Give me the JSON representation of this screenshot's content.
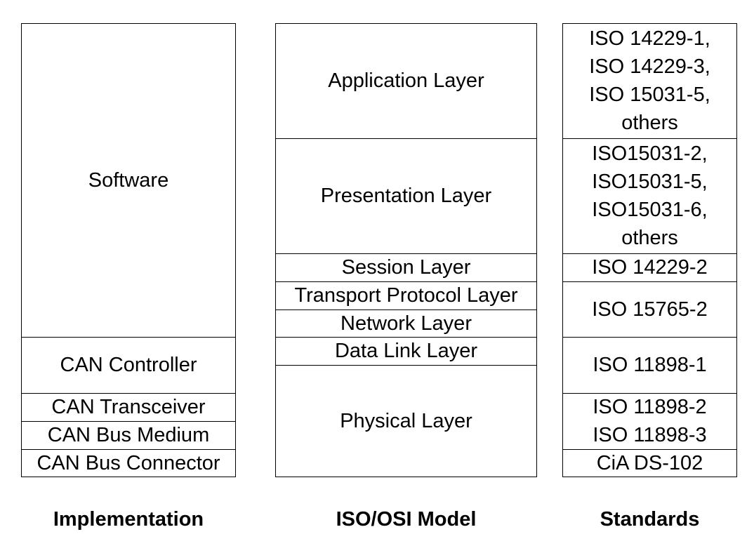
{
  "implementation": {
    "cells": [
      "Software",
      "CAN Controller",
      "CAN Transceiver",
      "CAN Bus Medium",
      "CAN Bus Connector"
    ],
    "caption": "Implementation"
  },
  "osi_model": {
    "cells": [
      "Application Layer",
      "Presentation Layer",
      "Session Layer",
      "Transport Protocol Layer",
      "Network Layer",
      "Data Link Layer",
      "Physical Layer"
    ],
    "caption": "ISO/OSI Model"
  },
  "standards": {
    "cells": [
      "ISO 14229-1,\nISO 14229-3,\nISO 15031-5,\nothers",
      "ISO15031-2,\nISO15031-5,\nISO15031-6,\nothers",
      "ISO 14229-2",
      "ISO 15765-2",
      "ISO 11898-1",
      "ISO 11898-2\nISO 11898-3",
      "CiA DS-102"
    ],
    "caption": "Standards"
  }
}
